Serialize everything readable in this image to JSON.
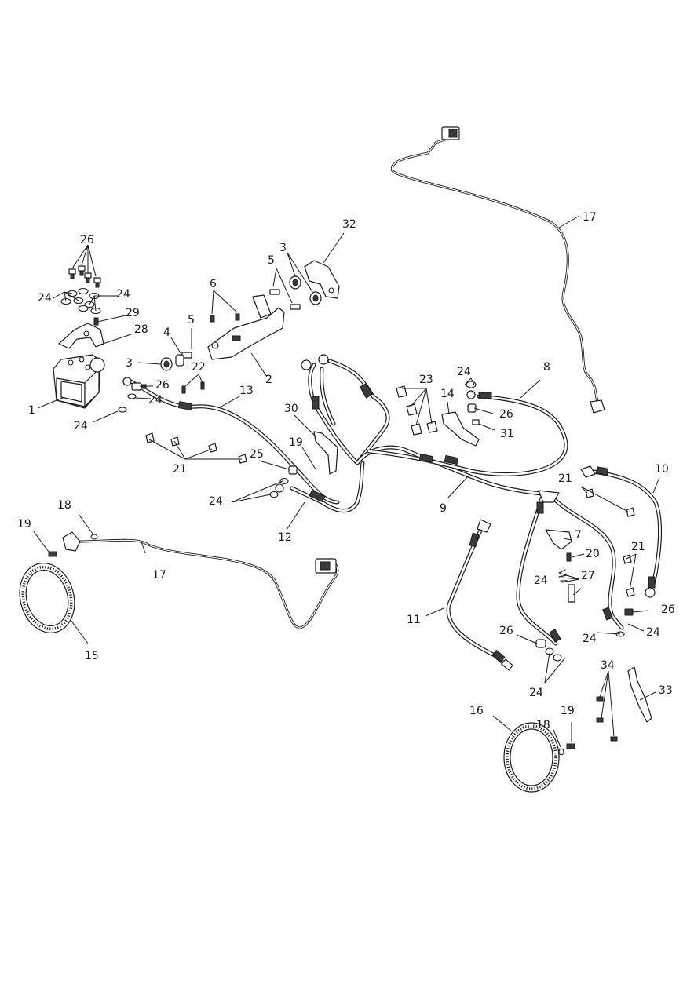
{
  "callouts": {
    "c1": "1",
    "c2": "2",
    "c3a": "3",
    "c3b": "3",
    "c4": "4",
    "c5a": "5",
    "c5b": "5",
    "c6": "6",
    "c7": "7",
    "c8": "8",
    "c9": "9",
    "c10": "10",
    "c11": "11",
    "c12": "12",
    "c13": "13",
    "c14": "14",
    "c15": "15",
    "c16": "16",
    "c17a": "17",
    "c17b": "17",
    "c18a": "18",
    "c18b": "18",
    "c19a": "19",
    "c19b": "19",
    "c19c": "19",
    "c20": "20",
    "c21a": "21",
    "c21b": "21",
    "c21c": "21",
    "c22": "22",
    "c23": "23",
    "c24a": "24",
    "c24b": "24",
    "c24c": "24",
    "c24d": "24",
    "c24e": "24",
    "c24f": "24",
    "c24g": "24",
    "c24h": "24",
    "c24i": "24",
    "c24j": "24",
    "c25": "25",
    "c26a": "26",
    "c26b": "26",
    "c26c": "26",
    "c26d": "26",
    "c26e": "26",
    "c27": "27",
    "c28": "28",
    "c29": "29",
    "c30": "30",
    "c31": "31",
    "c32": "32",
    "c33": "33",
    "c34": "34"
  }
}
